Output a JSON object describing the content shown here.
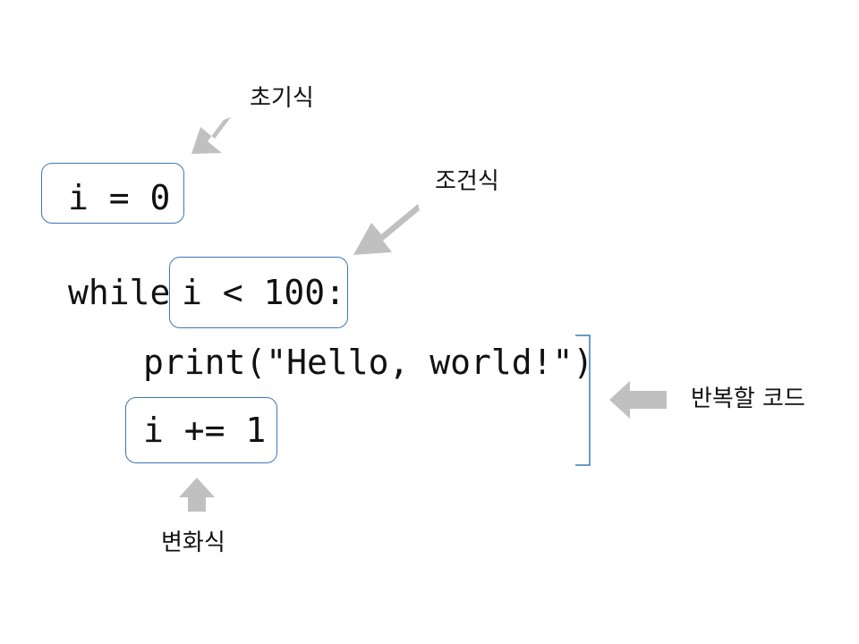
{
  "code": {
    "init": "i = 0",
    "while_keyword": "while",
    "condition": "i < 100:",
    "body_print": "print(\"Hello, world!\")",
    "update": "i += 1"
  },
  "labels": {
    "init": "초기식",
    "condition": "조건식",
    "body": "반복할 코드",
    "update": "변화식"
  },
  "colors": {
    "box_border": "#3c78b4",
    "arrow": "#c0c0c0",
    "text": "#111111"
  }
}
